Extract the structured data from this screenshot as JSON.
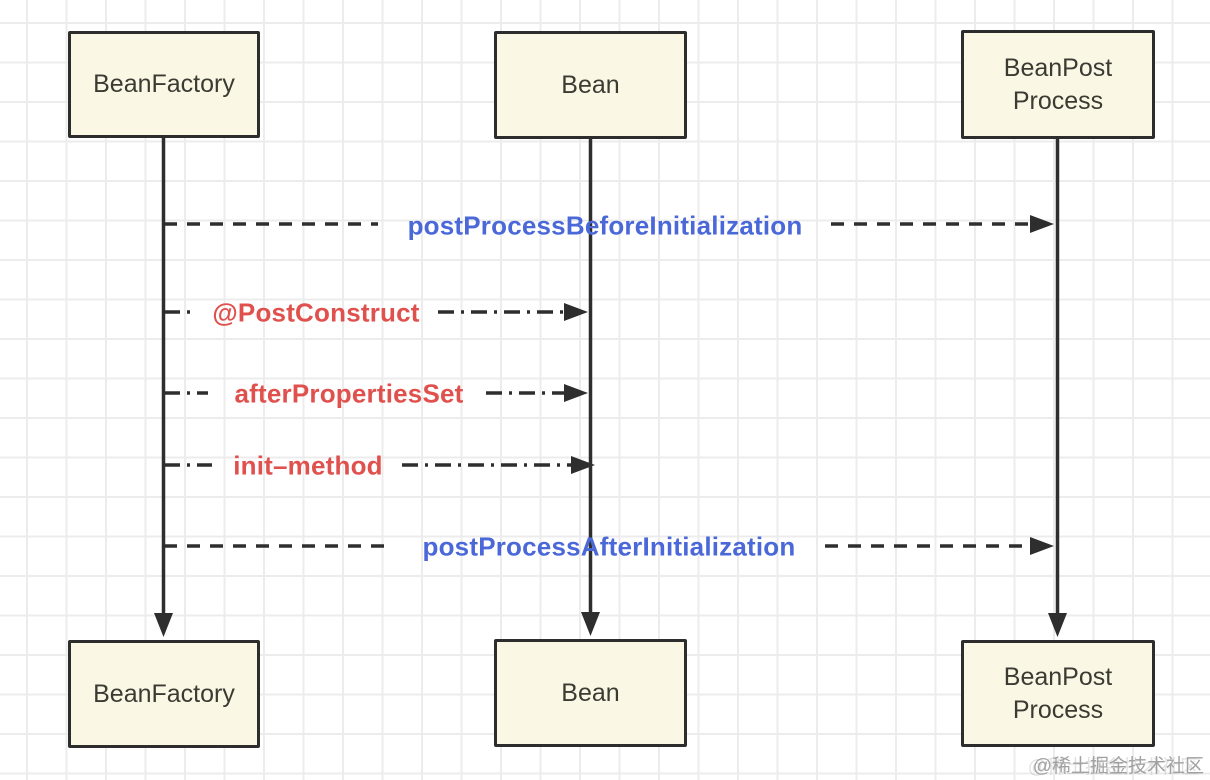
{
  "participants": [
    {
      "name": "BeanFactory"
    },
    {
      "name": "Bean"
    },
    {
      "name": "BeanPost Process"
    }
  ],
  "messages": [
    {
      "label": "postProcessBeforeInitialization",
      "from": "BeanFactory",
      "to": "BeanPost Process",
      "color": "#4b68d9",
      "line_style": "dashed"
    },
    {
      "label": "@PostConstruct",
      "from": "BeanFactory",
      "to": "Bean",
      "color": "#e0514e",
      "line_style": "dash-dot"
    },
    {
      "label": "afterPropertiesSet",
      "from": "BeanFactory",
      "to": "Bean",
      "color": "#e0514e",
      "line_style": "dash-dot"
    },
    {
      "label": "init–method",
      "from": "BeanFactory",
      "to": "Bean",
      "color": "#e0514e",
      "line_style": "dash-dot"
    },
    {
      "label": "postProcessAfterInitialization",
      "from": "BeanFactory",
      "to": "BeanPost Process",
      "color": "#4b68d9",
      "line_style": "dashed"
    }
  ],
  "watermark": "@稀土掘金技术社区",
  "colors": {
    "box_fill": "#faf7e4",
    "box_border": "#2d2d2d",
    "line": "#2e2e2e",
    "blue_label": "#4b68d9",
    "red_label": "#e0514e",
    "grid": "#ececec"
  }
}
